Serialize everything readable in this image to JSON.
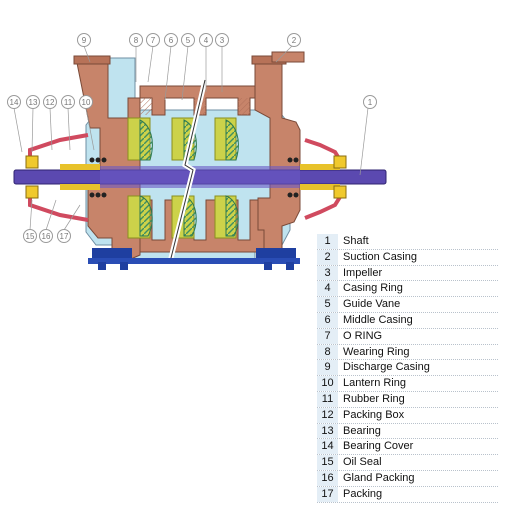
{
  "legend": [
    {
      "number": "1",
      "label": "Shaft"
    },
    {
      "number": "2",
      "label": "Suction Casing"
    },
    {
      "number": "3",
      "label": "Impeller"
    },
    {
      "number": "4",
      "label": "Casing Ring"
    },
    {
      "number": "5",
      "label": "Guide  Vane"
    },
    {
      "number": "6",
      "label": "Middle Casing"
    },
    {
      "number": "7",
      "label": "O RING"
    },
    {
      "number": "8",
      "label": "Wearing Ring"
    },
    {
      "number": "9",
      "label": "Discharge Casing"
    },
    {
      "number": "10",
      "label": "Lantern Ring"
    },
    {
      "number": "11",
      "label": "Rubber Ring"
    },
    {
      "number": "12",
      "label": "Packing Box"
    },
    {
      "number": "13",
      "label": "Bearing"
    },
    {
      "number": "14",
      "label": "Bearing  Cover"
    },
    {
      "number": "15",
      "label": "Oil Seal"
    },
    {
      "number": "16",
      "label": "Gland Packing"
    },
    {
      "number": "17",
      "label": "Packing"
    }
  ],
  "callouts": [
    "1",
    "2",
    "3",
    "4",
    "5",
    "6",
    "7",
    "8",
    "9",
    "10",
    "11",
    "12",
    "13",
    "14",
    "15",
    "16",
    "17"
  ],
  "colors": {
    "casing": "#c7846a",
    "casing_dark": "#8a4f3a",
    "water": "#bfe3ef",
    "shaft": "#5b49b0",
    "impeller": "#ccd24a",
    "guide_vane": "#57b07d",
    "cover": "#d04a5f",
    "base": "#1f3fa0",
    "bearing": "#f0c92d",
    "legend_num_bg": "#e4eef6"
  }
}
